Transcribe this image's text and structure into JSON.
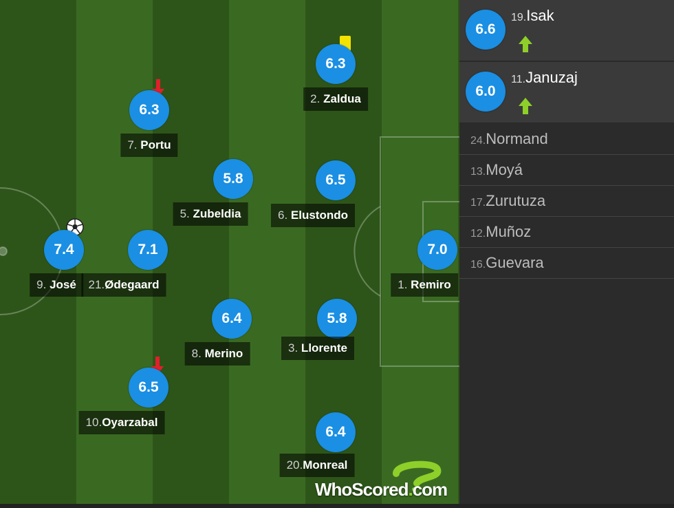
{
  "players": [
    {
      "id": "zaldua",
      "number": "2.",
      "name": "Zaldua",
      "rating": "6.3",
      "yellow": true
    },
    {
      "id": "portu",
      "number": "7.",
      "name": "Portu",
      "rating": "6.3",
      "subbed_off": true
    },
    {
      "id": "zubeldia",
      "number": "5.",
      "name": "Zubeldia",
      "rating": "5.8"
    },
    {
      "id": "elustondo",
      "number": "6.",
      "name": "Elustondo",
      "rating": "6.5"
    },
    {
      "id": "jose",
      "number": "9.",
      "name": "José",
      "rating": "7.4",
      "goal": true
    },
    {
      "id": "odegaard",
      "number": "21.",
      "name": "Ødegaard",
      "rating": "7.1"
    },
    {
      "id": "remiro",
      "number": "1.",
      "name": "Remiro",
      "rating": "7.0"
    },
    {
      "id": "merino",
      "number": "8.",
      "name": "Merino",
      "rating": "6.4"
    },
    {
      "id": "llorente",
      "number": "3.",
      "name": "Llorente",
      "rating": "5.8"
    },
    {
      "id": "oyarzabal",
      "number": "10.",
      "name": "Oyarzabal",
      "rating": "6.5",
      "subbed_off": true
    },
    {
      "id": "monreal",
      "number": "20.",
      "name": "Monreal",
      "rating": "6.4"
    }
  ],
  "subs_used": [
    {
      "number": "19.",
      "name": "Isak",
      "rating": "6.6"
    },
    {
      "number": "11.",
      "name": "Januzaj",
      "rating": "6.0"
    }
  ],
  "bench": [
    {
      "number": "24.",
      "name": "Normand"
    },
    {
      "number": "13.",
      "name": "Moyá"
    },
    {
      "number": "17.",
      "name": "Zurutuza"
    },
    {
      "number": "12.",
      "name": "Muñoz"
    },
    {
      "number": "16.",
      "name": "Guevara"
    }
  ],
  "logo": {
    "text_a": "WhoScored",
    "text_dot": ".",
    "text_b": "com"
  },
  "colors": {
    "rating_badge": "#1a8fe3",
    "sub_off_arrow": "#e0202a",
    "sub_on_arrow": "#8ecf2a",
    "yellow_card": "#f3e300"
  }
}
